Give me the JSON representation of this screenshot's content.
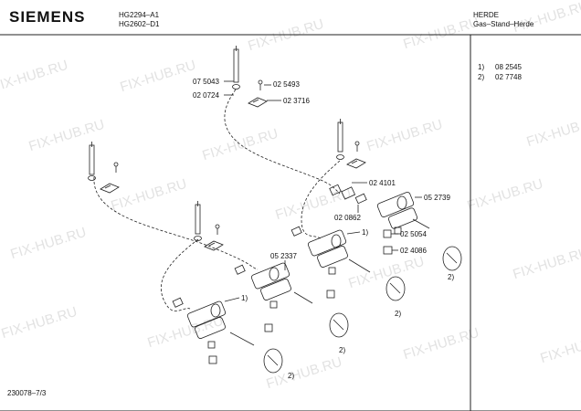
{
  "header": {
    "brand": "SIEMENS",
    "models": [
      "HG2294–A1",
      "HG2602–D1"
    ],
    "category": "HERDE",
    "subcategory": "Gas–Stand–Herde"
  },
  "footnotes": [
    {
      "mark": "1)",
      "code": "08 2545"
    },
    {
      "mark": "2)",
      "code": "02 7748"
    }
  ],
  "part_labels": [
    "07 5043",
    "02 5493",
    "02 0724",
    "02 3716",
    "02 4101",
    "05 2739",
    "02 0862",
    "02 5054",
    "02 4086",
    "05 2337"
  ],
  "callouts": [
    "1)",
    "1)",
    "2)",
    "2)",
    "2)",
    "2)"
  ],
  "footer": {
    "drawing_id": "230078–7/3"
  },
  "watermark": "FIX-HUB.RU"
}
